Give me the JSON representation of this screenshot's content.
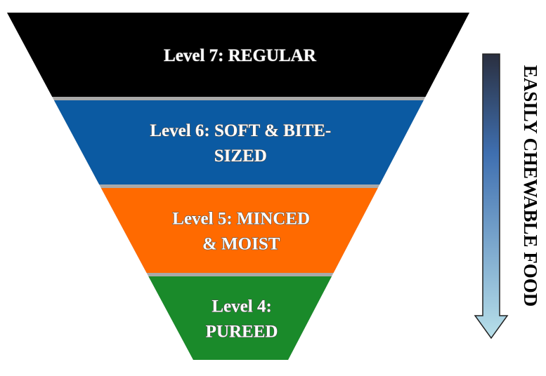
{
  "levels": [
    {
      "lines": [
        "Level 7: REGULAR"
      ],
      "color": "#000000"
    },
    {
      "lines": [
        "Level 6: SOFT & BITE-",
        "SIZED"
      ],
      "color": "#0b5aa2"
    },
    {
      "lines": [
        "Level 5: MINCED",
        "& MOIST"
      ],
      "color": "#ff6a00"
    },
    {
      "lines": [
        "Level 4:",
        "PUREED"
      ],
      "color": "#1a8a2a"
    }
  ],
  "arrow_label": "EASILY CHEWABLE FOOD",
  "arrow_colors": {
    "top": "#2a2f3f",
    "mid": "#3f6fb0",
    "bottom": "#b8e0ea"
  }
}
